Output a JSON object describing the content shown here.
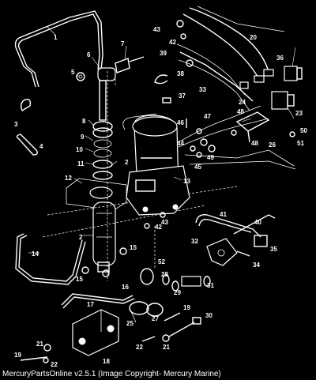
{
  "caption": "MercuryPartsOnline v2.5.1 (Image Copyright- Mercury Marine)",
  "callouts": {
    "c1": "1",
    "c2a": "2",
    "c2b": "2",
    "c3": "3",
    "c4": "4",
    "c5": "5",
    "c6": "6",
    "c7": "7",
    "c8": "8",
    "c9": "9",
    "c10": "10",
    "c11": "11",
    "c12": "12",
    "c13": "13",
    "c14": "14",
    "c15a": "15",
    "c15b": "15",
    "c16": "16",
    "c17": "17",
    "c18": "18",
    "c19a": "19",
    "c19b": "19",
    "c20": "20",
    "c21a": "21",
    "c21b": "21",
    "c22a": "22",
    "c22b": "22",
    "c23": "23",
    "c24": "24",
    "c25": "25",
    "c26": "26",
    "c27": "27",
    "c28": "28",
    "c29": "29",
    "c30": "30",
    "c31": "31",
    "c32": "32",
    "c33": "33",
    "c34": "34",
    "c35": "35",
    "c36": "36",
    "c37": "37",
    "c38": "38",
    "c39": "39",
    "c40": "40",
    "c41": "41",
    "c42a": "42",
    "c42b": "42",
    "c43a": "43",
    "c43b": "43",
    "c44": "44",
    "c45": "45",
    "c46": "46",
    "c47": "47",
    "c48a": "48",
    "c48b": "48",
    "c49": "49",
    "c50": "50",
    "c51": "51",
    "c52": "52"
  }
}
